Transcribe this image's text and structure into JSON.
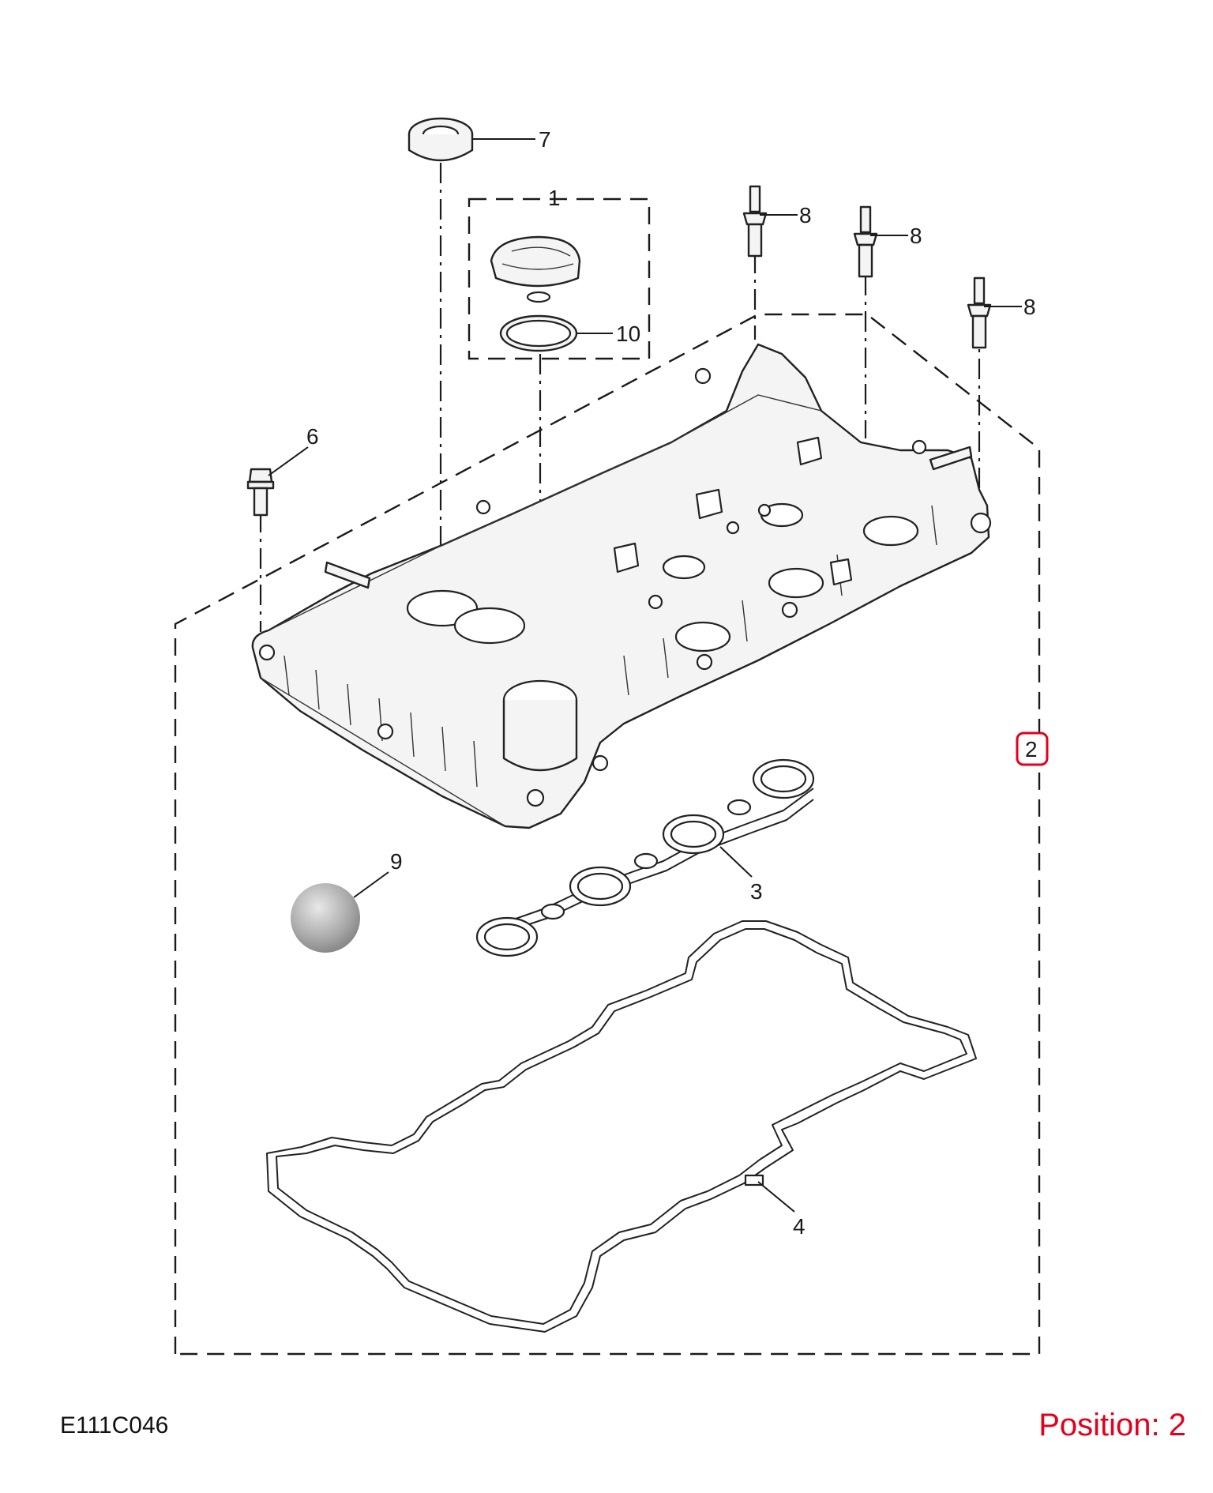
{
  "diagram": {
    "callouts": {
      "c1": "1",
      "c2": "2",
      "c3": "3",
      "c4": "4",
      "c6": "6",
      "c7": "7",
      "c8a": "8",
      "c8b": "8",
      "c8c": "8",
      "c9": "9",
      "c10": "10"
    },
    "highlighted_callout": "2",
    "highlight_color": "#e3001b"
  },
  "footer": {
    "diagram_code": "E111C046",
    "position_text": "Position: 2"
  }
}
